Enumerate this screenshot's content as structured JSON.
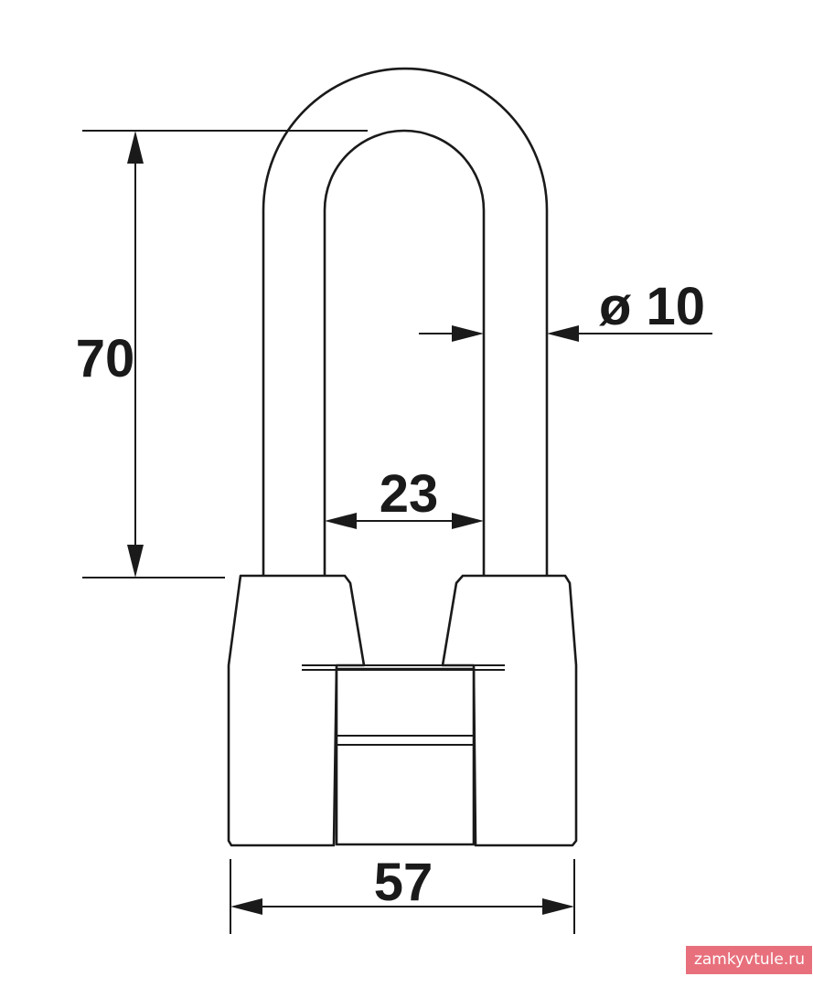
{
  "dimensions": {
    "shackle_height": "70",
    "shackle_diameter": "ø 10",
    "shackle_inner_width": "23",
    "body_width": "57"
  },
  "watermark": "zamkyvtule.ru"
}
